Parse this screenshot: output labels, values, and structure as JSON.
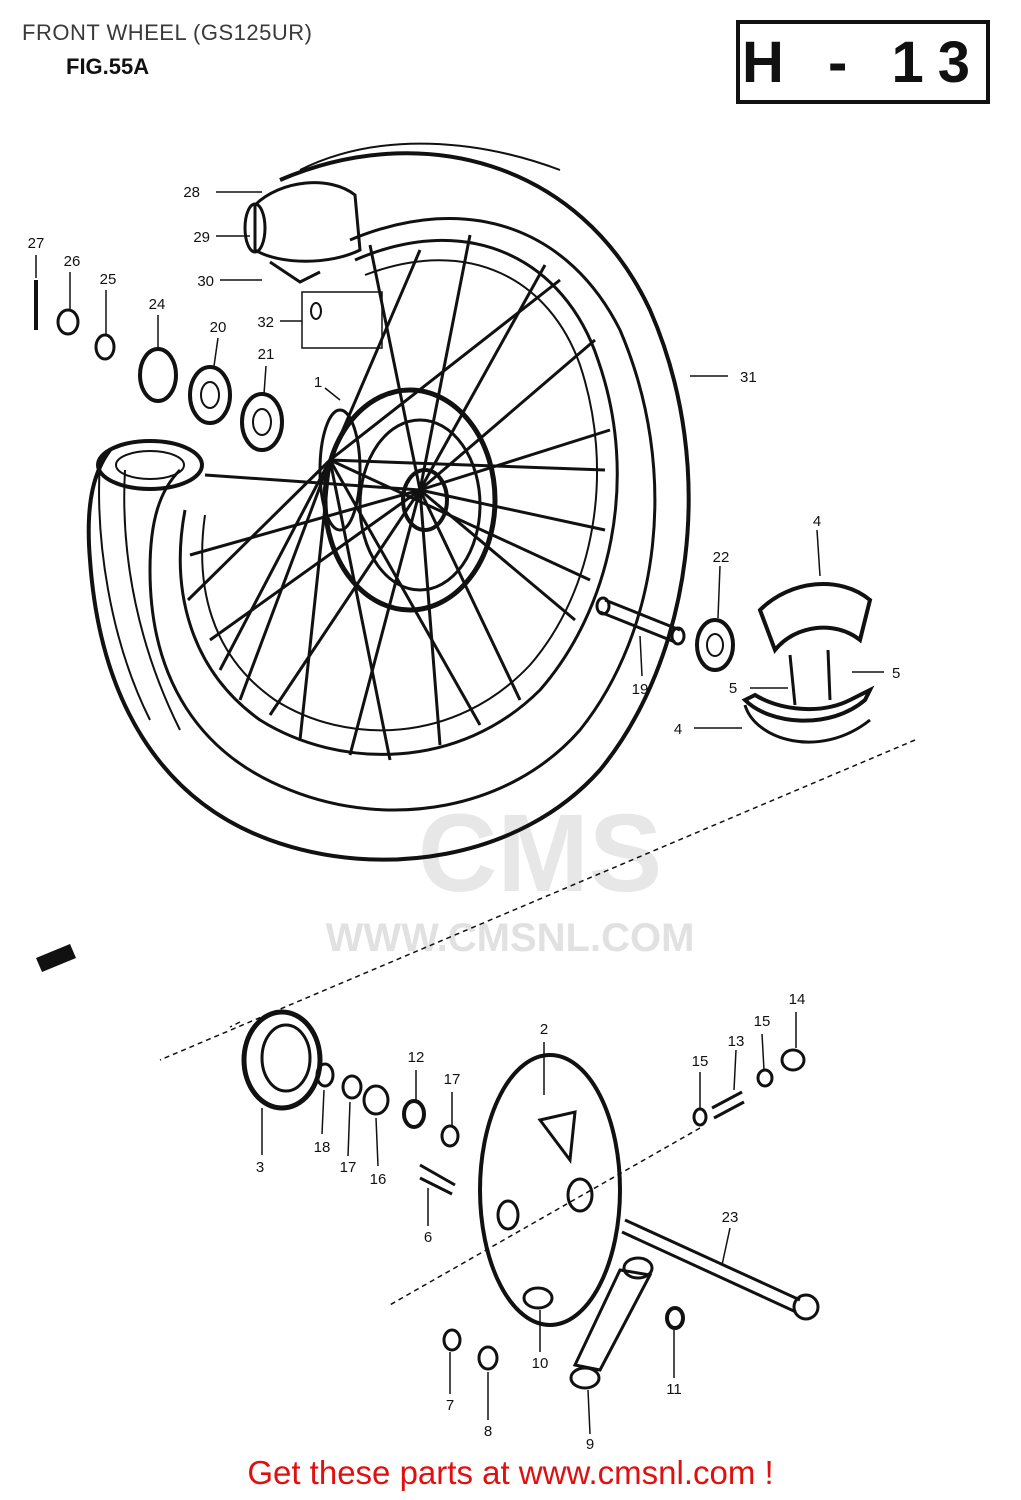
{
  "header": {
    "title": "FRONT WHEEL (GS125UR)",
    "figure": "FIG.55A",
    "page_code": "H - 13"
  },
  "watermark": {
    "brand": "CMS",
    "url": "WWW.CMSNL.COM"
  },
  "parts": {
    "p1": "1",
    "p2": "2",
    "p3": "3",
    "p4a": "4",
    "p4b": "4",
    "p5a": "5",
    "p5b": "5",
    "p6": "6",
    "p7": "7",
    "p8": "8",
    "p9": "9",
    "p10": "10",
    "p11": "11",
    "p12": "12",
    "p13": "13",
    "p14": "14",
    "p15a": "15",
    "p15b": "15",
    "p16": "16",
    "p17a": "17",
    "p17b": "17",
    "p18": "18",
    "p19": "19",
    "p20": "20",
    "p21": "21",
    "p22": "22",
    "p23": "23",
    "p24": "24",
    "p25": "25",
    "p26": "26",
    "p27": "27",
    "p28": "28",
    "p29": "29",
    "p30": "30",
    "p31": "31",
    "p32": "32"
  },
  "footer": {
    "banner": "Get these parts at www.cmsnl.com !"
  },
  "colors": {
    "line": "#111111",
    "banner": "#e01010"
  }
}
